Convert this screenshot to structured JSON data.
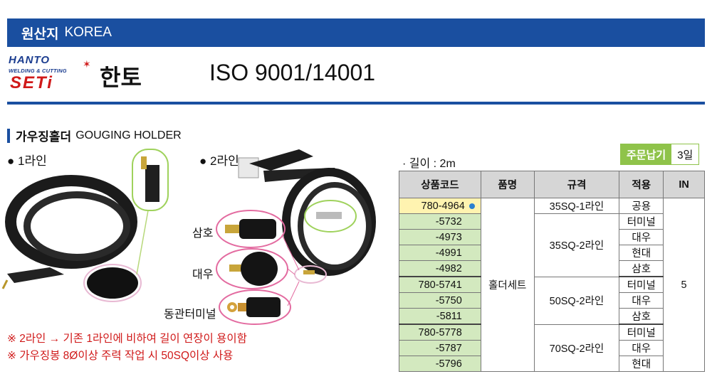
{
  "header": {
    "origin_kr": "원산지",
    "origin_en": "KOREA"
  },
  "brand": {
    "logo_top": "HANTO",
    "logo_sub": "WELDING & CUTTING",
    "logo_main": "SETi",
    "name_kr": "한토",
    "cert": "ISO 9001/14001"
  },
  "section": {
    "title_kr": "가우징홀더",
    "title_en": "GOUGING HOLDER"
  },
  "variants": {
    "one": "● 1라인",
    "two": "● 2라인"
  },
  "connectors": {
    "samho": "삼호",
    "daewoo": "대우",
    "terminal": "동관터미널"
  },
  "notes": [
    "※ 2라인 → 기존 1라인에 비하여 길이 연장이 용이함",
    "※ 가우징봉 8Ø이상 주력 작업 시 50SQ이상 사용"
  ],
  "length": "· 길이 : 2m",
  "order": {
    "label": "주문납기",
    "value": "3일"
  },
  "table": {
    "headers": [
      "상품코드",
      "품명",
      "규격",
      "적용",
      "IN"
    ],
    "product_name": "홀더세트",
    "in_value": "5",
    "rows": [
      {
        "code": "780-4964",
        "apply": "공용"
      },
      {
        "code": "-5732",
        "apply": "터미널"
      },
      {
        "code": "-4973",
        "apply": "대우"
      },
      {
        "code": "-4991",
        "apply": "현대"
      },
      {
        "code": "-4982",
        "apply": "삼호"
      },
      {
        "code": "780-5741",
        "apply": "터미널"
      },
      {
        "code": "-5750",
        "apply": "대우"
      },
      {
        "code": "-5811",
        "apply": "삼호"
      },
      {
        "code": "780-5778",
        "apply": "터미널"
      },
      {
        "code": "-5787",
        "apply": "대우"
      },
      {
        "code": "-5796",
        "apply": "현대"
      }
    ],
    "specs": [
      "35SQ-1라인",
      "35SQ-2라인",
      "50SQ-2라인",
      "70SQ-2라인"
    ]
  }
}
